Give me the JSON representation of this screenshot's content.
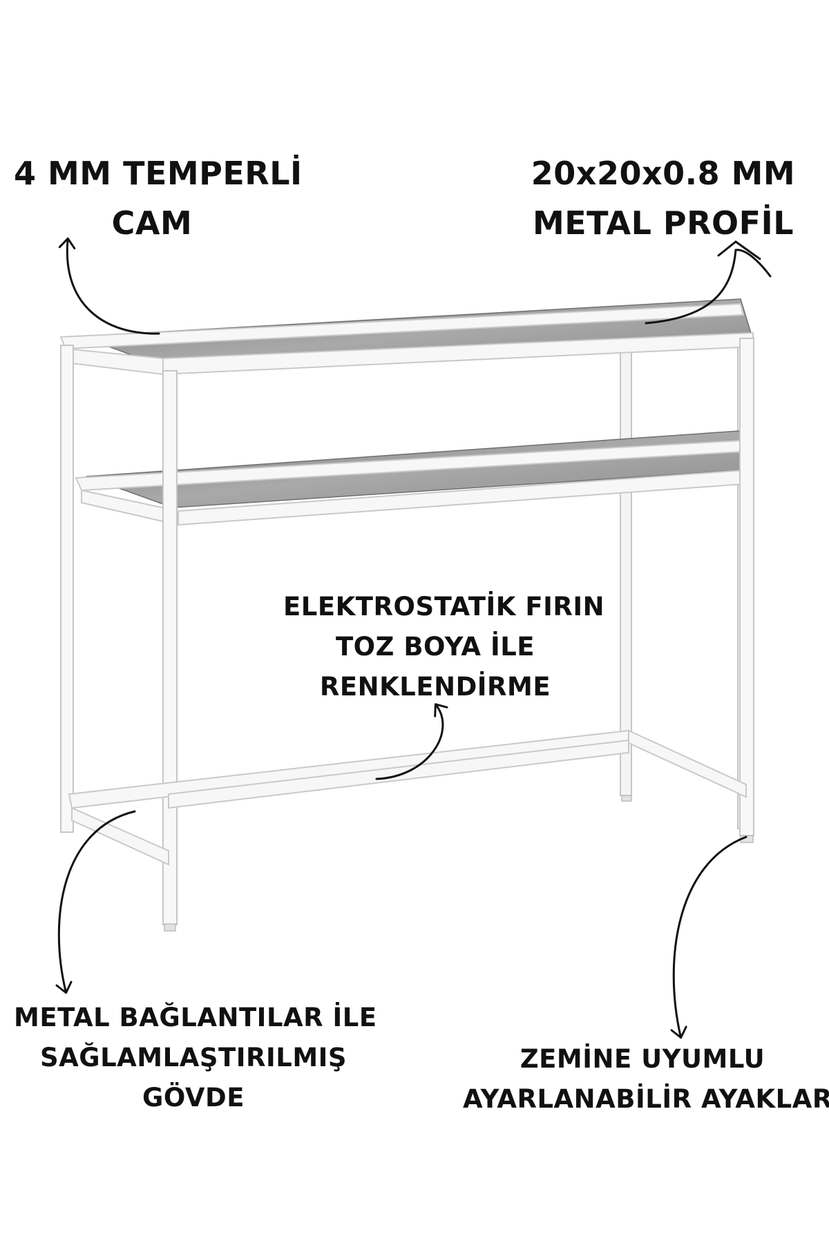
{
  "labels": {
    "glass": {
      "lines": [
        "4 MM TEMPERLİ",
        "CAM"
      ]
    },
    "profile": {
      "lines": [
        "20x20x0.8 MM",
        "METAL PROFİL"
      ]
    },
    "paint": {
      "lines": [
        "ELEKTROSTATİK FIRIN",
        "TOZ BOYA İLE",
        "RENKLENDİRME"
      ]
    },
    "body": {
      "lines": [
        "METAL BAĞLANTILAR İLE",
        "SAĞLAMLAŞTIRILMIŞ",
        "GÖVDE"
      ]
    },
    "feet": {
      "lines": [
        "ZEMİNE UYUMLU",
        "AYARLANABİLİR AYAKLAR"
      ]
    }
  },
  "colors": {
    "background": "#ffffff",
    "frame": "#f7f7f7",
    "frame_edge": "#c9c9c9",
    "glass": "#8f8f8f",
    "arrow": "#111111"
  }
}
